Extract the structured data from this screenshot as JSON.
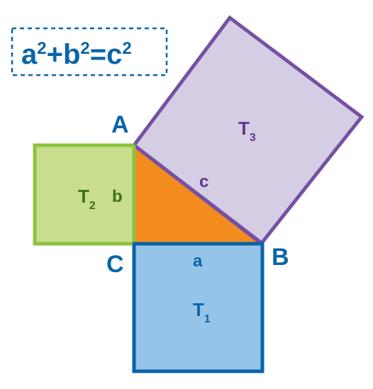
{
  "formula": {
    "a": "a",
    "b": "b",
    "c": "c",
    "exponent": "2",
    "plus": "+",
    "equals": "="
  },
  "vertices": {
    "A": "A",
    "B": "B",
    "C": "C"
  },
  "sides": {
    "a": "a",
    "b": "b",
    "c": "c"
  },
  "squares": {
    "t1": {
      "letter": "T",
      "subscript": "1"
    },
    "t2": {
      "letter": "T",
      "subscript": "2"
    },
    "t3": {
      "letter": "T",
      "subscript": "3"
    }
  },
  "colors": {
    "blue_text": "#0a64a8",
    "green_text": "#3f6f1c",
    "purple_text": "#5b3a8e",
    "triangle": "#f28c1f",
    "square_blue_fill": "#94c5e9",
    "square_blue_stroke": "#0a64a8",
    "square_green_fill": "#c8de8c",
    "square_green_stroke": "#8cc241",
    "square_purple_fill": "#d5cde3",
    "square_purple_stroke": "#7550a3"
  }
}
